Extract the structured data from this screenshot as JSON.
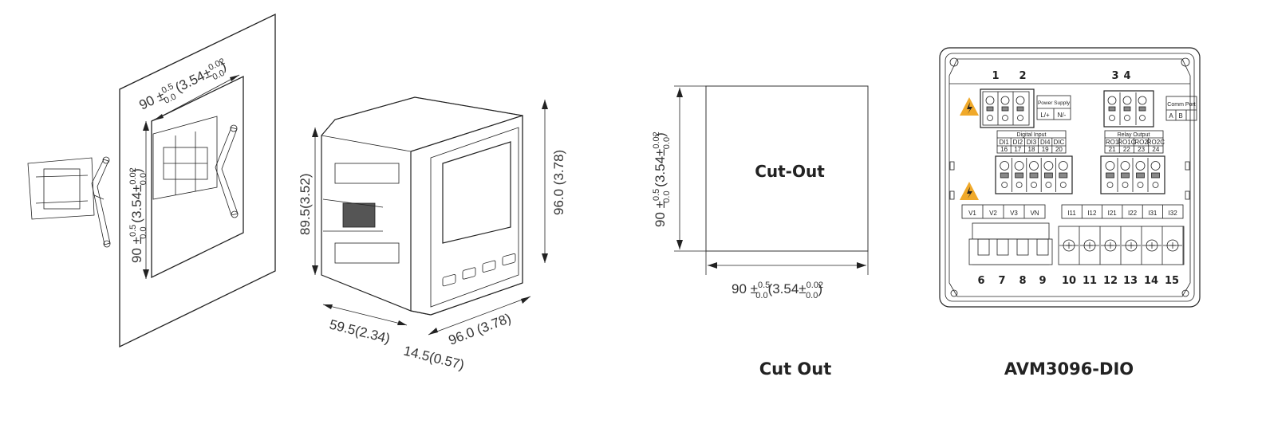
{
  "mount_view": {
    "width_dim": {
      "main": "90 ±",
      "sup": "0.5",
      "sub": "0.0",
      "inch": " (3.54±",
      "inch_sup": "0.02",
      "inch_sub": "0.0",
      "close": ")"
    },
    "height_dim": {
      "main": "90 ±",
      "sup": "0.5",
      "sub": "0.0",
      "inch": " (3.54±",
      "inch_sup": "0.02",
      "inch_sub": "0.0",
      "close": ")"
    }
  },
  "meter_view": {
    "height_dim": "89.5(3.52)",
    "front_height_dim": "96.0 (3.78)",
    "front_width_dim": "96.0 (3.78)",
    "depth_dim": "59.5(2.34)",
    "bezel_dim": "14.5(0.57)"
  },
  "cutout": {
    "label": "Cut-Out",
    "caption": "Cut Out",
    "width_dim": {
      "main": "90 ±",
      "sup": "0.5",
      "sub": "0.0",
      "inch": "(3.54±",
      "inch_sup": "0.02",
      "inch_sub": "0.0",
      "close": ")"
    },
    "height_dim": {
      "main": "90 ±",
      "sup": "0.5",
      "sub": "0.0",
      "inch": " (3.54±",
      "inch_sup": "0.02",
      "inch_sub": "0.0",
      "close": ")"
    }
  },
  "rear_view": {
    "caption": "AVM3096-DIO",
    "top_numbers": [
      "1",
      "2",
      "3",
      "4"
    ],
    "power_supply": {
      "title": "Power Supply",
      "terms": [
        "L/+",
        "N/-"
      ]
    },
    "comm_port": {
      "title": "Comm Port",
      "terms": [
        "A",
        "B"
      ]
    },
    "digital_input": {
      "title": "Digital Input",
      "labels": [
        "DI1",
        "DI2",
        "DI3",
        "DI4",
        "DIC"
      ],
      "numbers": [
        "16",
        "17",
        "18",
        "19",
        "20"
      ]
    },
    "relay_output": {
      "title": "Relay Output",
      "labels": [
        "RO1",
        "RO1C",
        "RO2",
        "RO2C"
      ],
      "numbers": [
        "21",
        "22",
        "23",
        "24"
      ]
    },
    "voltage_labels": [
      "V1",
      "V2",
      "V3",
      "VN"
    ],
    "current_labels": [
      "I11",
      "I12",
      "I21",
      "I22",
      "I31",
      "I32"
    ],
    "bottom_numbers": [
      "6",
      "7",
      "8",
      "9",
      "10",
      "11",
      "12",
      "13",
      "14",
      "15"
    ],
    "warning_color": "#f0a92a"
  }
}
